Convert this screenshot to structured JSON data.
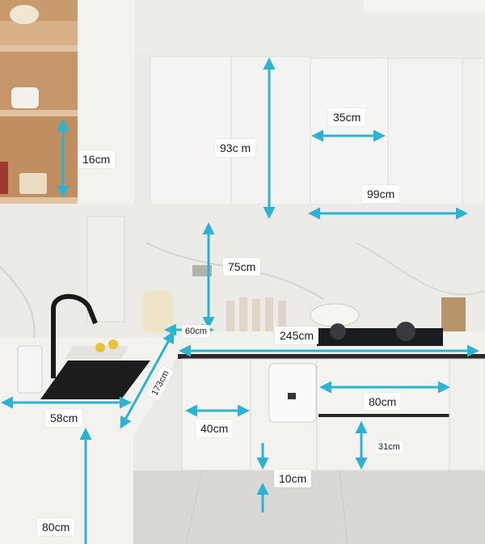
{
  "measurements": {
    "shelf_height": "16cm",
    "upper_cabinet_height": "93c m",
    "upper_cabinet_door_width": "35cm",
    "range_hood_width": "99cm",
    "backsplash_height": "75cm",
    "corner_return": "60cm",
    "counter_run_length": "245cm",
    "corner_diagonal": "173cm",
    "sink_counter_depth": "58cm",
    "lower_door_width": "40cm",
    "drawer_width": "80cm",
    "drawer_height": "31cm",
    "toe_kick_height": "10cm",
    "counter_height": "80cm"
  },
  "colors": {
    "arrow": "#2bb3d4",
    "label_bg": "#ffffff",
    "cabinet": "#f4f3f1",
    "wood_shelf": "#b98a5c"
  }
}
